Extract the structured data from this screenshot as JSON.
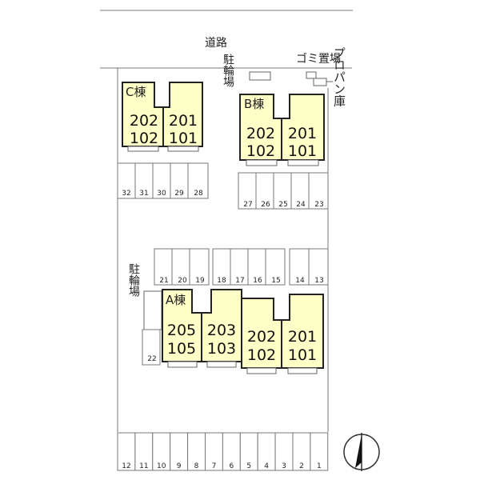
{
  "road_label": "道路",
  "garbage_label": "ゴミ置場",
  "propane_label": "プロパン庫",
  "bicycle_label": "駐輪場",
  "buildings": {
    "C": {
      "label": "C棟",
      "units_top": [
        "202",
        "201"
      ],
      "units_bottom": [
        "102",
        "101"
      ]
    },
    "B": {
      "label": "B棟",
      "units_top": [
        "202",
        "201"
      ],
      "units_bottom": [
        "102",
        "101"
      ]
    },
    "A": {
      "label": "A棟",
      "units_top": [
        "205",
        "203",
        "202",
        "201"
      ],
      "units_bottom": [
        "105",
        "103",
        "102",
        "101"
      ]
    }
  },
  "parking": {
    "row_c": [
      "32",
      "31",
      "30",
      "29",
      "28"
    ],
    "row_b": [
      "27",
      "26",
      "25",
      "24",
      "23"
    ],
    "row_mid_a": [
      "21",
      "20",
      "19"
    ],
    "row_mid_b": [
      "18",
      "17",
      "16",
      "15"
    ],
    "row_mid_c": [
      "14",
      "13"
    ],
    "single": "22",
    "bottom": [
      "12",
      "11",
      "10",
      "9",
      "8",
      "7",
      "6",
      "5",
      "4",
      "3",
      "2",
      "1"
    ]
  },
  "north_icon": "north-arrow-icon"
}
